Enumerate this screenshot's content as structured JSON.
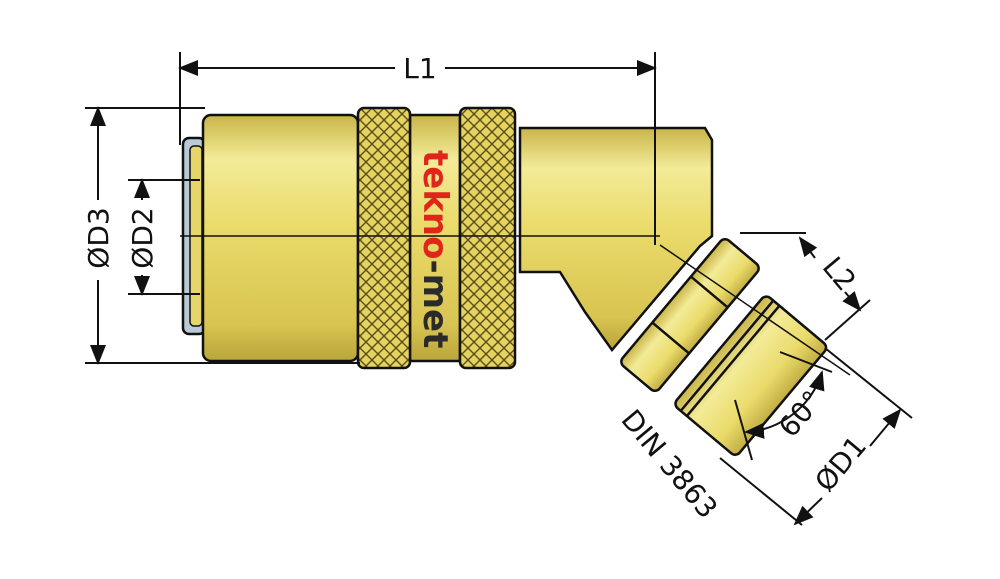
{
  "dimensions": {
    "l1": "L1",
    "l2": "L2",
    "d1": "ØD1",
    "d2": "ØD2",
    "d3": "ØD3",
    "angle": "60°"
  },
  "standard": "DIN 3863",
  "brand": {
    "part1": "tekno",
    "separator": "-",
    "part2": "met"
  },
  "colors": {
    "brass": "#eadb6a",
    "brass_light": "#f6ee9c",
    "brass_dark": "#b9a53a",
    "outline": "#111111",
    "brand_red": "#e0251b",
    "seal": "#b9c9d6"
  }
}
